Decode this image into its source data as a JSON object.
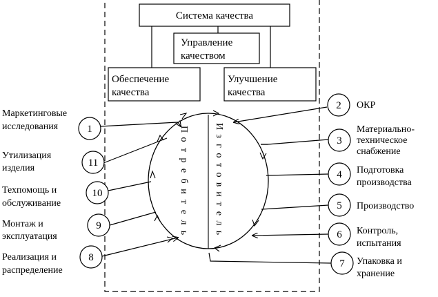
{
  "boxes": {
    "system": "Система качества",
    "management": [
      "Управление",
      "качеством"
    ],
    "assurance": [
      "Обеспечение",
      "качества"
    ],
    "improvement": [
      "Улучшение",
      "качества"
    ]
  },
  "cycle_inner": {
    "consumer": [
      "П",
      "о",
      "т",
      "р",
      "е",
      "б",
      "и",
      "т",
      "е",
      "л",
      "ь"
    ],
    "manufacturer": [
      "И",
      "з",
      "г",
      "о",
      "т",
      "о",
      "в",
      "и",
      "т",
      "е",
      "л",
      "ь"
    ]
  },
  "stages": [
    {
      "num": "1",
      "lines": [
        "Маркетинговые",
        "исследования"
      ]
    },
    {
      "num": "2",
      "lines": [
        "ОКР"
      ]
    },
    {
      "num": "3",
      "lines": [
        "Материально-",
        "техническое",
        "снабжение"
      ]
    },
    {
      "num": "4",
      "lines": [
        "Подготовка",
        "производства"
      ]
    },
    {
      "num": "5",
      "lines": [
        "Производство"
      ]
    },
    {
      "num": "6",
      "lines": [
        "Контроль,",
        "испытания"
      ]
    },
    {
      "num": "7",
      "lines": [
        "Упаковка и",
        "хранение"
      ]
    },
    {
      "num": "8",
      "lines": [
        "Реализация и",
        "распределение"
      ]
    },
    {
      "num": "9",
      "lines": [
        "Монтаж и",
        "эксплуатация"
      ]
    },
    {
      "num": "10",
      "lines": [
        "Техпомощь и",
        "обслуживание"
      ]
    },
    {
      "num": "11",
      "lines": [
        "Утилизация",
        "изделия"
      ]
    }
  ]
}
